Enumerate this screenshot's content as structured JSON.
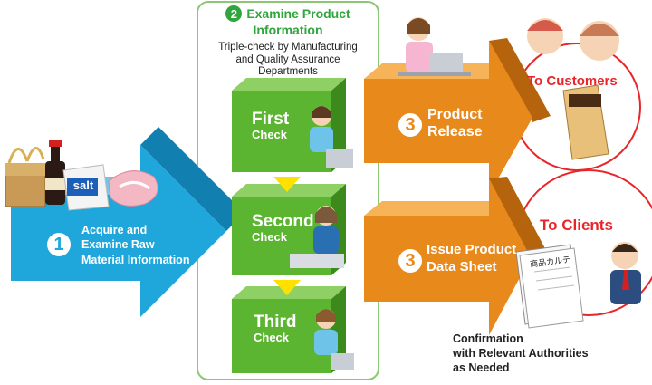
{
  "step1": {
    "number": "1",
    "line1": "Acquire and",
    "line2": "Examine Raw",
    "line3": "Material Information",
    "salt_label": "salt"
  },
  "step2": {
    "number": "2",
    "title_line1": "Examine Product",
    "title_line2": "Information",
    "sub_line1": "Triple-check by Manufacturing",
    "sub_line2": "and Quality Assurance",
    "sub_line3": "Departments"
  },
  "checks": [
    {
      "big": "First",
      "small": "Check"
    },
    {
      "big": "Second",
      "small": "Check"
    },
    {
      "big": "Third",
      "small": "Check"
    }
  ],
  "step3a": {
    "number": "3",
    "line1": "Product",
    "line2": "Release"
  },
  "step3b": {
    "number": "3",
    "line1": "Issue Product",
    "line2": "Data Sheet"
  },
  "customers": {
    "label": "To Customers"
  },
  "clients": {
    "label": "To Clients",
    "document_label": "商品カルテ"
  },
  "footer": {
    "line1": "Confirmation",
    "line2": "with Relevant Authorities",
    "line3": "as Needed"
  },
  "colors": {
    "blue": "#1fa7dc",
    "green": "#5cb531",
    "orange": "#e8891c",
    "red": "#e8262a",
    "frame_green": "#8cc873",
    "yellow": "#ffe100"
  }
}
